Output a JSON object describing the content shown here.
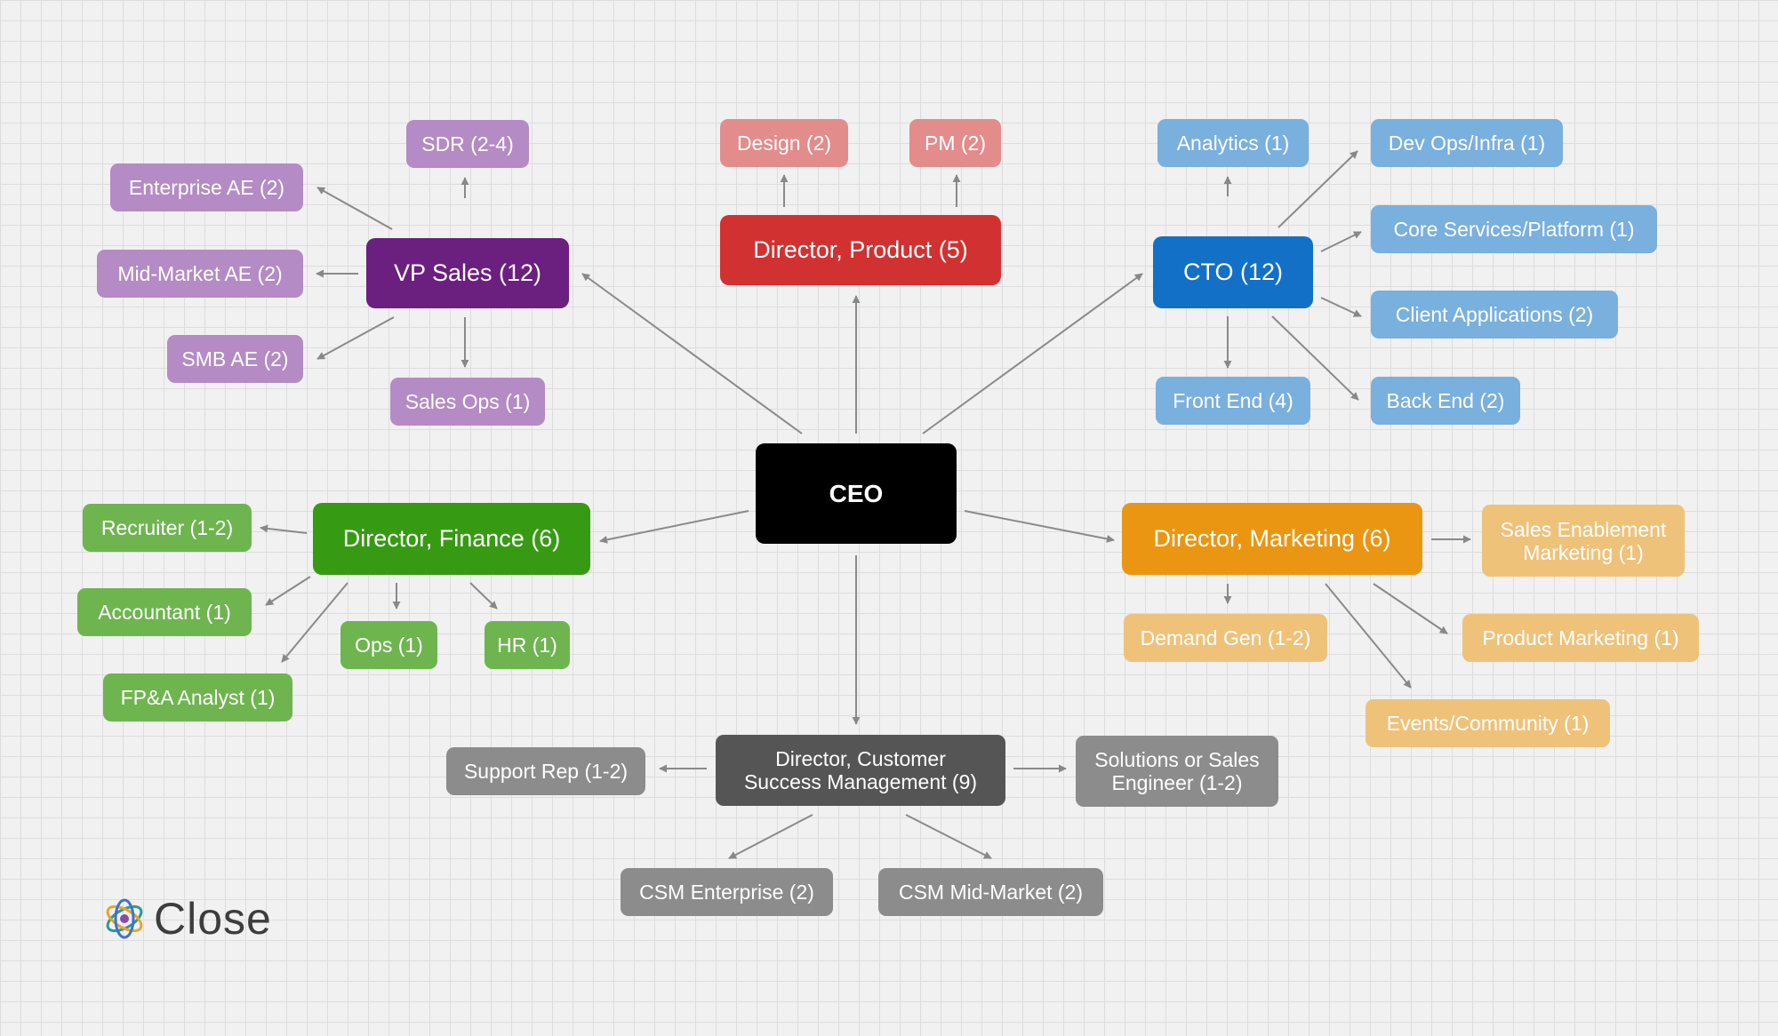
{
  "ceo": "CEO",
  "sales": {
    "head": "VP Sales (12)",
    "sdr": "SDR (2-4)",
    "enterprise_ae": "Enterprise AE (2)",
    "midmarket_ae": "Mid-Market AE (2)",
    "smb_ae": "SMB AE (2)",
    "sales_ops": "Sales Ops (1)"
  },
  "product": {
    "head": "Director, Product (5)",
    "design": "Design (2)",
    "pm": "PM (2)"
  },
  "tech": {
    "head": "CTO (12)",
    "analytics": "Analytics (1)",
    "devops": "Dev Ops/Infra (1)",
    "core": "Core Services/Platform (1)",
    "client_apps": "Client Applications (2)",
    "front_end": "Front End (4)",
    "back_end": "Back End (2)"
  },
  "finance": {
    "head": "Director, Finance (6)",
    "recruiter": "Recruiter (1-2)",
    "accountant": "Accountant (1)",
    "fpa": "FP&A Analyst (1)",
    "ops": "Ops (1)",
    "hr": "HR (1)"
  },
  "marketing": {
    "head": "Director, Marketing (6)",
    "enablement_1": "Sales Enablement",
    "enablement_2": "Marketing (1)",
    "demand_gen": "Demand Gen (1-2)",
    "product_marketing": "Product Marketing (1)",
    "events": "Events/Community (1)"
  },
  "cs": {
    "head_1": "Director, Customer",
    "head_2": "Success Management (9)",
    "support": "Support Rep (1-2)",
    "solutions_1": "Solutions or Sales",
    "solutions_2": "Engineer (1-2)",
    "csm_enterprise": "CSM Enterprise (2)",
    "csm_midmarket": "CSM Mid-Market (2)"
  },
  "brand": {
    "name": "Close"
  },
  "colors": {
    "ceo": "#000000",
    "sales_head": "#6b1f7f",
    "sales": "#b48bc4",
    "product_head": "#d23131",
    "product": "#e28c8c",
    "tech_head": "#1270c6",
    "tech": "#79b0dd",
    "finance_head": "#379a13",
    "finance": "#6eb54f",
    "marketing_head": "#ea9612",
    "marketing": "#efc27a",
    "cs_head": "#555555",
    "cs": "#8c8c8c",
    "arrow": "#888888"
  }
}
